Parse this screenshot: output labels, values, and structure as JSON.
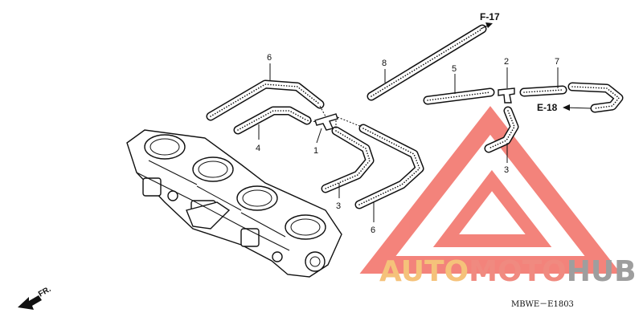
{
  "callouts": {
    "c1": "1",
    "c2": "2",
    "c3a": "3",
    "c3b": "3",
    "c4": "4",
    "c5": "5",
    "c6a": "6",
    "c6b": "6",
    "c7": "7",
    "c8": "8"
  },
  "refs": {
    "f17": "F-17",
    "e18": "E-18"
  },
  "front_label": "FR.",
  "diagram_code": "MBWE－E1803",
  "watermark": {
    "word_a": "AUTO",
    "word_b": "MOTO",
    "word_c": "HUB",
    "color_a": "#F5C27A",
    "color_b": "#F08A80",
    "color_c": "#9E9E9E",
    "triangle_color": "#F05A4F"
  }
}
